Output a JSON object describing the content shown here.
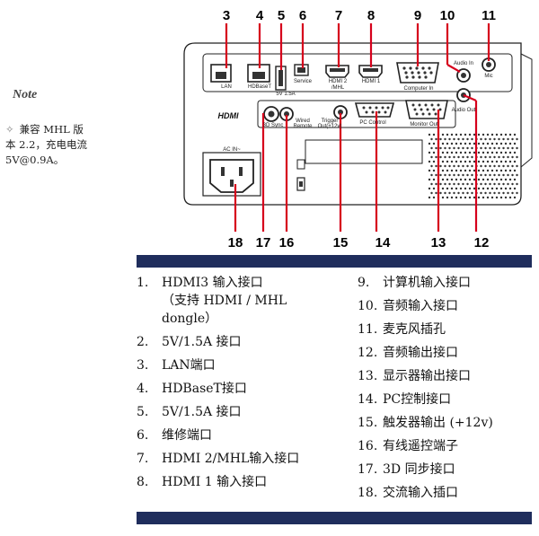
{
  "note": {
    "title": "Note",
    "text_line1": "兼容 MHL 版",
    "text_line2": "本 2.2，充电电流",
    "text_line3": "5V@0.9A。"
  },
  "diagram": {
    "callouts_top": [
      "3",
      "4",
      "5",
      "6",
      "7",
      "8",
      "9",
      "10",
      "11"
    ],
    "callouts_bottom": [
      "18",
      "17",
      "16",
      "15",
      "14",
      "13",
      "12"
    ],
    "port_labels": {
      "lan": "LAN",
      "hdbaset": "HDBaseT",
      "usb_power": "5V 1.5A",
      "service": "Service",
      "hdmi2": "HDMI 2",
      "hdmi2_mhl": "/MHL",
      "hdmi1": "HDMI 1",
      "computer_in": "Computer In",
      "audio_in": "Audio In",
      "mic": "Mic",
      "sync_3d": "3D Sync",
      "wired_remote": "Wired",
      "wired_remote2": "Remote",
      "trigger": "Trigger",
      "trigger2": "Out(+12v)",
      "pc_control": "PC Control",
      "monitor_out": "Monitor Out",
      "audio_out": "Audio Out",
      "ac_in": "AC IN~",
      "hdmi_logo": "HDMI"
    }
  },
  "list_left": [
    {
      "num": "1.",
      "text": "HDMI3 输入接口"
    },
    {
      "num": "",
      "text": "（支持 HDMI / MHL"
    },
    {
      "num": "",
      "text": "dongle）"
    },
    {
      "num": "2.",
      "text": "5V/1.5A 接口"
    },
    {
      "num": "3.",
      "text": "LAN端口"
    },
    {
      "num": "4.",
      "text": "HDBaseT接口"
    },
    {
      "num": "5.",
      "text": "5V/1.5A 接口"
    },
    {
      "num": "6.",
      "text": "维修端口"
    },
    {
      "num": "7.",
      "text": "HDMI 2/MHL输入接口"
    },
    {
      "num": "8.",
      "text": "HDMI 1 输入接口"
    }
  ],
  "list_right": [
    {
      "num": "9.",
      "text": "计算机输入接口"
    },
    {
      "num": "10.",
      "text": "音频输入接口"
    },
    {
      "num": "11.",
      "text": "麦克风插孔"
    },
    {
      "num": "12.",
      "text": "音频输出接口"
    },
    {
      "num": "13.",
      "text": "显示器输出接口"
    },
    {
      "num": "14.",
      "text": "PC控制接口"
    },
    {
      "num": "15.",
      "text": "触发器输出 (+12v)"
    },
    {
      "num": "16.",
      "text": "有线遥控端子"
    },
    {
      "num": "17.",
      "text": "3D 同步接口"
    },
    {
      "num": "18.",
      "text": "交流输入插口"
    }
  ]
}
